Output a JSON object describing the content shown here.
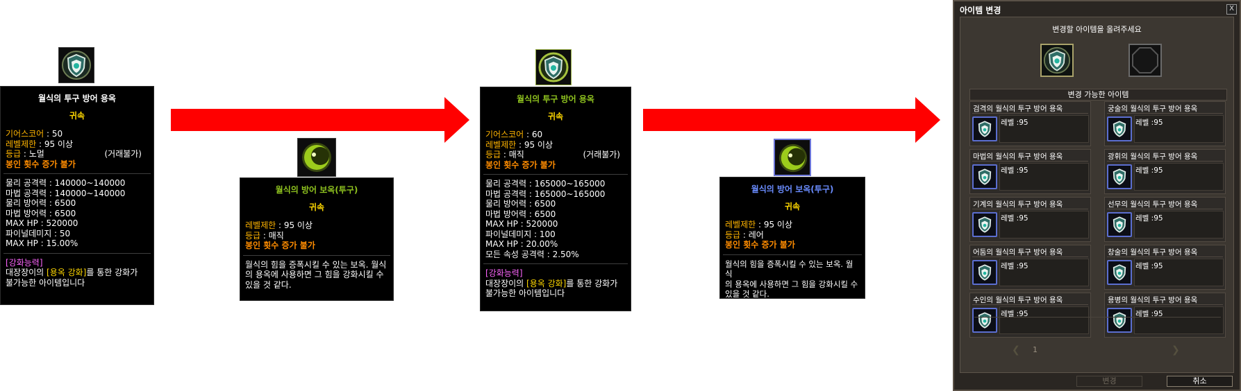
{
  "tooltip1": {
    "title": "월식의 투구 방어 용옥",
    "bind": "귀속",
    "lines": [
      {
        "label": "기어스코어",
        "value": " : 50"
      },
      {
        "label": "레벨제한",
        "value": " : 95 이상"
      },
      {
        "label": "등급",
        "value": " : 노멀"
      }
    ],
    "trade": "(거래불가)",
    "seal": "봉인 횟수 증가 불가",
    "stats": [
      "물리 공격력 : 140000~140000",
      "마법 공격력 : 140000~140000",
      "물리 방어력 : 6500",
      "마법 방어력 : 6500",
      "MAX HP : 520000",
      "파이널데미지 : 50",
      "MAX HP : 15.00%"
    ],
    "enh_title": "[강화능력]",
    "enh_pre": "대장장이의 ",
    "enh_hl": "[용옥 강화]",
    "enh_post": "를 통한 강화가",
    "enh_line2": "불가능한 아이템입니다"
  },
  "tooltip2": {
    "title": "월식의 방어 보옥(투구)",
    "bind": "귀속",
    "lines": [
      {
        "label": "레벨제한",
        "value": " : 95 이상"
      },
      {
        "label": "등급",
        "value": " : 매직"
      }
    ],
    "seal": "봉인 횟수 증가 불가",
    "desc": [
      "월식의 힘을 증폭시킬 수 있는 보옥. 월식",
      "의 용옥에 사용하면 그 힘을 강화시킬 수",
      "있을 것 같다."
    ]
  },
  "tooltip3": {
    "title": "월식의 투구 방어 용옥",
    "bind": "귀속",
    "lines": [
      {
        "label": "기어스코어",
        "value": " : 60"
      },
      {
        "label": "레벨제한",
        "value": " : 95 이상"
      },
      {
        "label": "등급",
        "value": " : 매직"
      }
    ],
    "trade": "(거래불가)",
    "seal": "봉인 횟수 증가 불가",
    "stats": [
      "물리 공격력 : 165000~165000",
      "마법 공격력 : 165000~165000",
      "물리 방어력 : 6500",
      "마법 방어력 : 6500",
      "MAX HP : 520000",
      "파이널데미지 : 100",
      "MAX HP : 20.00%",
      "모든 속성 공격력 : 2.50%"
    ],
    "enh_title": "[강화능력]",
    "enh_pre": "대장장이의 ",
    "enh_hl": "[용옥 강화]",
    "enh_post": "를 통한 강화가",
    "enh_line2": "불가능한 아이템입니다"
  },
  "tooltip4": {
    "title": "월식의 방어 보옥(투구)",
    "bind": "귀속",
    "lines": [
      {
        "label": "레벨제한",
        "value": " : 95 이상"
      },
      {
        "label": "등급",
        "value": " : 레어"
      }
    ],
    "seal": "봉인 횟수 증가 불가",
    "desc": [
      "월식의 힘을 증폭시킬 수 있는 보옥. 월식",
      "의 용옥에 사용하면 그 힘을 강화시킬 수",
      "있을 것 같다."
    ]
  },
  "dialog": {
    "title": "아이템 변경",
    "close": "X",
    "instruction": "변경할 아이템을 올려주세요",
    "list_header": "변경 가능한 아이템",
    "items": [
      {
        "name": "검격의 월식의 투구 방어 용옥",
        "level": "레벨 :95"
      },
      {
        "name": "궁술의 월식의 투구 방어 용옥",
        "level": "레벨 :95"
      },
      {
        "name": "마법의 월식의 투구 방어 용옥",
        "level": "레벨 :95"
      },
      {
        "name": "광휘의 월식의 투구 방어 용옥",
        "level": "레벨 :95"
      },
      {
        "name": "기계의 월식의 투구 방어 용옥",
        "level": "레벨 :95"
      },
      {
        "name": "선무의 월식의 투구 방어 용옥",
        "level": "레벨 :95"
      },
      {
        "name": "어둠의 월식의 투구 방어 용옥",
        "level": "레벨 :95"
      },
      {
        "name": "창술의 월식의 투구 방어 용옥",
        "level": "레벨 :95"
      },
      {
        "name": "수인의 월식의 투구 방어 용옥",
        "level": "레벨 :95"
      },
      {
        "name": "용병의 월식의 투구 방어 용옥",
        "level": "레벨 :95"
      }
    ],
    "page": "1",
    "change_label": "변경",
    "cancel_label": "취소"
  },
  "colors": {
    "title_white": "#ffffff",
    "title_green": "#8fc31f",
    "title_blue": "#6a8cff",
    "arrow": "#ff0000",
    "accent_gold": "#ffd800"
  }
}
